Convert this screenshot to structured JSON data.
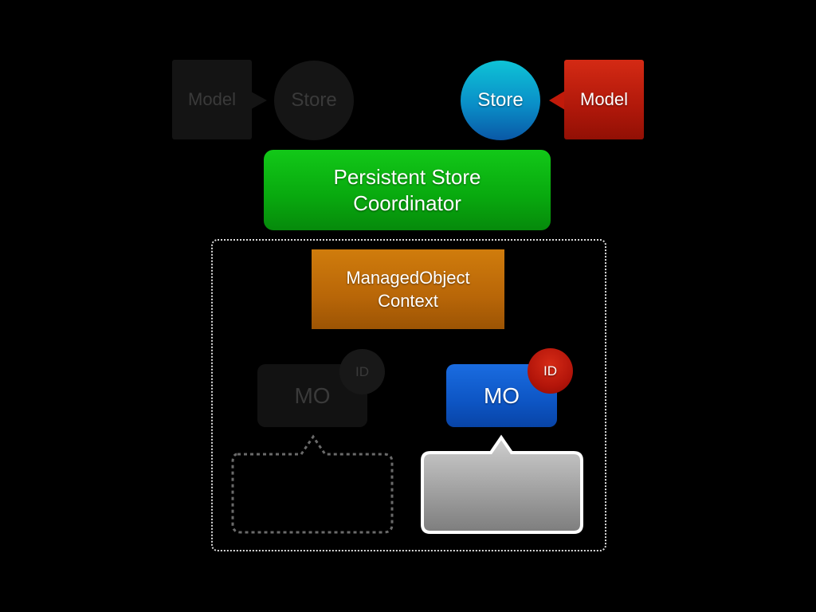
{
  "diagram": {
    "left_stack": {
      "model_label": "Model",
      "store_label": "Store"
    },
    "right_stack": {
      "store_label": "Store",
      "model_label": "Model"
    },
    "coordinator": {
      "line1": "Persistent Store",
      "line2": "Coordinator"
    },
    "context": {
      "line1": "ManagedObject",
      "line2": "Context"
    },
    "managed_objects": [
      {
        "label": "MO",
        "id_label": "ID"
      },
      {
        "label": "MO",
        "id_label": "ID"
      }
    ]
  },
  "colors": {
    "background": "#000000",
    "coordinator_green": "#08a80e",
    "context_orange": "#b86608",
    "store_cyan": "#0a8fc8",
    "model_red": "#b0180a",
    "mo_blue": "#0d55c4",
    "id_red": "#b3150a",
    "dimmed": "#141414",
    "dimmed_text": "#3a3a3a"
  }
}
